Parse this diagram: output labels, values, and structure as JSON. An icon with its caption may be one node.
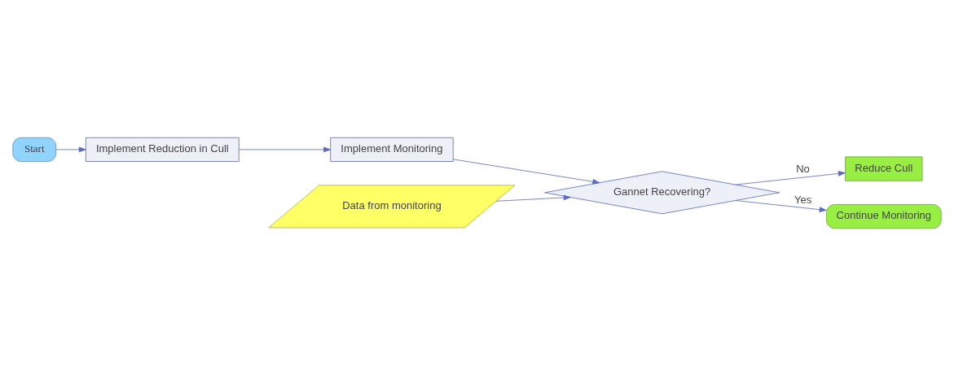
{
  "diagram": {
    "nodes": [
      {
        "text": [
          "Start"
        ]
      },
      {
        "text": [
          "Data from monitoring"
        ]
      },
      {
        "text": [
          "Implement Reduction in Cull"
        ]
      },
      {
        "text": [
          "Implement Monitoring"
        ]
      },
      {
        "text": [
          "Gannet Recovering?"
        ]
      },
      {
        "text": [
          "Reduce Cull"
        ]
      },
      {
        "text": [
          "Continue Monitoring"
        ]
      }
    ],
    "edges": [
      {
        "from": 0,
        "to": 2,
        "arrow": "to"
      },
      {
        "from": 2,
        "to": 3,
        "arrow": "to"
      },
      {
        "from": 3,
        "to": 4,
        "arrow": "to"
      },
      {
        "from": 1,
        "to": 4,
        "arrow": "to"
      },
      {
        "from": 4,
        "to": 5,
        "arrow": "to",
        "label": "No"
      },
      {
        "from": 4,
        "to": 6,
        "arrow": "to",
        "label": "Yes"
      }
    ]
  }
}
